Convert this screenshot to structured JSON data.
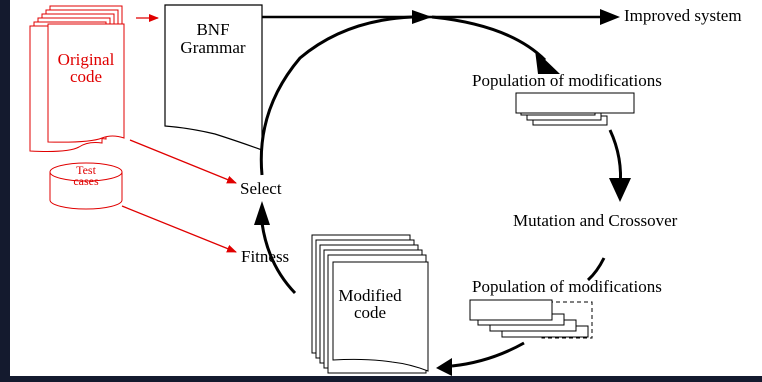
{
  "labels": {
    "original_code": [
      "Original",
      "code"
    ],
    "bnf_grammar": [
      "BNF",
      "Grammar"
    ],
    "improved_system": "Improved system",
    "population_top": "Population of modifications",
    "mutation_crossover": "Mutation and Crossover",
    "population_bottom": "Population of modifications",
    "test_cases": [
      "Test",
      "cases"
    ],
    "select": "Select",
    "fitness": "Fitness",
    "modified_code": [
      "Modified",
      "code"
    ]
  },
  "colors": {
    "background": "#141a2e",
    "canvas": "#ffffff",
    "stroke": "#000000",
    "accent_red": "#e00000"
  }
}
